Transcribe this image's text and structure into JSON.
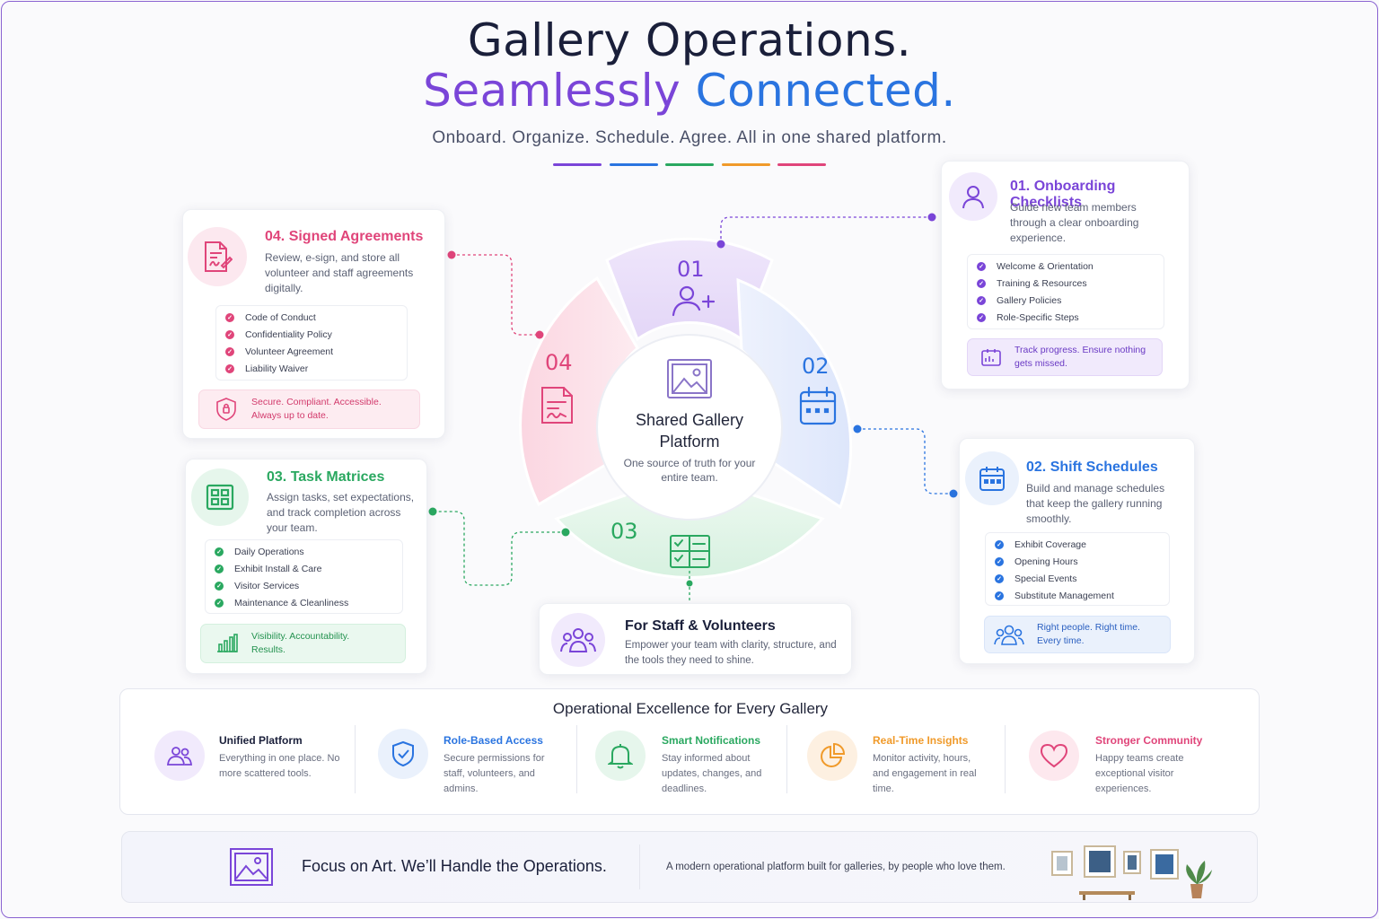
{
  "header": {
    "title_line1": "Gallery Operations.",
    "title_line2_part1": "Seamlessly",
    "title_line2_part2": "Connected.",
    "subtitle": "Onboard. Organize. Schedule. Agree. All in one shared platform.",
    "rule_colors": [
      "#7a45d8",
      "#2a74e0",
      "#2aa860",
      "#f09a2a",
      "#e0457a"
    ]
  },
  "center": {
    "title": "Shared Gallery Platform",
    "description": "One source of truth for your entire team."
  },
  "wheel": {
    "segments": [
      {
        "number": "01",
        "color": "#7a45d8"
      },
      {
        "number": "02",
        "color": "#2a74e0"
      },
      {
        "number": "03",
        "color": "#2aa860"
      },
      {
        "number": "04",
        "color": "#e0457a"
      }
    ]
  },
  "onboarding": {
    "title": "01. Onboarding Checklists",
    "description": "Guide new team members through a clear onboarding experience.",
    "items": [
      "Welcome & Orientation",
      "Training & Resources",
      "Gallery Policies",
      "Role-Specific Steps"
    ],
    "callout": "Track progress. Ensure nothing gets missed.",
    "color": "#7a45d8"
  },
  "shifts": {
    "title": "02. Shift Schedules",
    "description": "Build and manage schedules that keep the gallery running smoothly.",
    "items": [
      "Exhibit Coverage",
      "Opening Hours",
      "Special Events",
      "Substitute Management"
    ],
    "callout": "Right people. Right time. Every time.",
    "color": "#2a74e0"
  },
  "tasks": {
    "title": "03. Task Matrices",
    "description": "Assign tasks, set expectations, and track completion across your team.",
    "items": [
      "Daily Operations",
      "Exhibit Install & Care",
      "Visitor Services",
      "Maintenance & Cleanliness"
    ],
    "callout": "Visibility. Accountability. Results.",
    "color": "#2aa860"
  },
  "agreements": {
    "title": "04. Signed Agreements",
    "description": "Review, e-sign, and store all volunteer and staff agreements digitally.",
    "items": [
      "Code of Conduct",
      "Confidentiality Policy",
      "Volunteer Agreement",
      "Liability Waiver"
    ],
    "callout": "Secure. Compliant. Accessible. Always up to date.",
    "color": "#e0457a"
  },
  "staff": {
    "title": "For Staff & Volunteers",
    "description": "Empower your team with clarity, structure, and the tools they need to shine."
  },
  "excellence": {
    "heading": "Operational Excellence for Every Gallery",
    "features": [
      {
        "title": "Unified Platform",
        "description": "Everything in one place. No more scattered tools.",
        "color": "#1a1f3a",
        "icon": "people-icon"
      },
      {
        "title": "Role-Based Access",
        "description": "Secure permissions for staff, volunteers, and admins.",
        "color": "#2a74e0",
        "icon": "shield-check-icon"
      },
      {
        "title": "Smart Notifications",
        "description": "Stay informed about updates, changes, and deadlines.",
        "color": "#2aa860",
        "icon": "bell-icon"
      },
      {
        "title": "Real-Time Insights",
        "description": "Monitor activity, hours, and engagement in real time.",
        "color": "#f09a2a",
        "icon": "pie-chart-icon"
      },
      {
        "title": "Stronger Community",
        "description": "Happy teams create exceptional visitor experiences.",
        "color": "#e0457a",
        "icon": "heart-icon"
      }
    ]
  },
  "footer": {
    "tagline": "Focus on Art. We’ll Handle the Operations.",
    "description": "A modern operational platform built for galleries, by people who love them."
  }
}
